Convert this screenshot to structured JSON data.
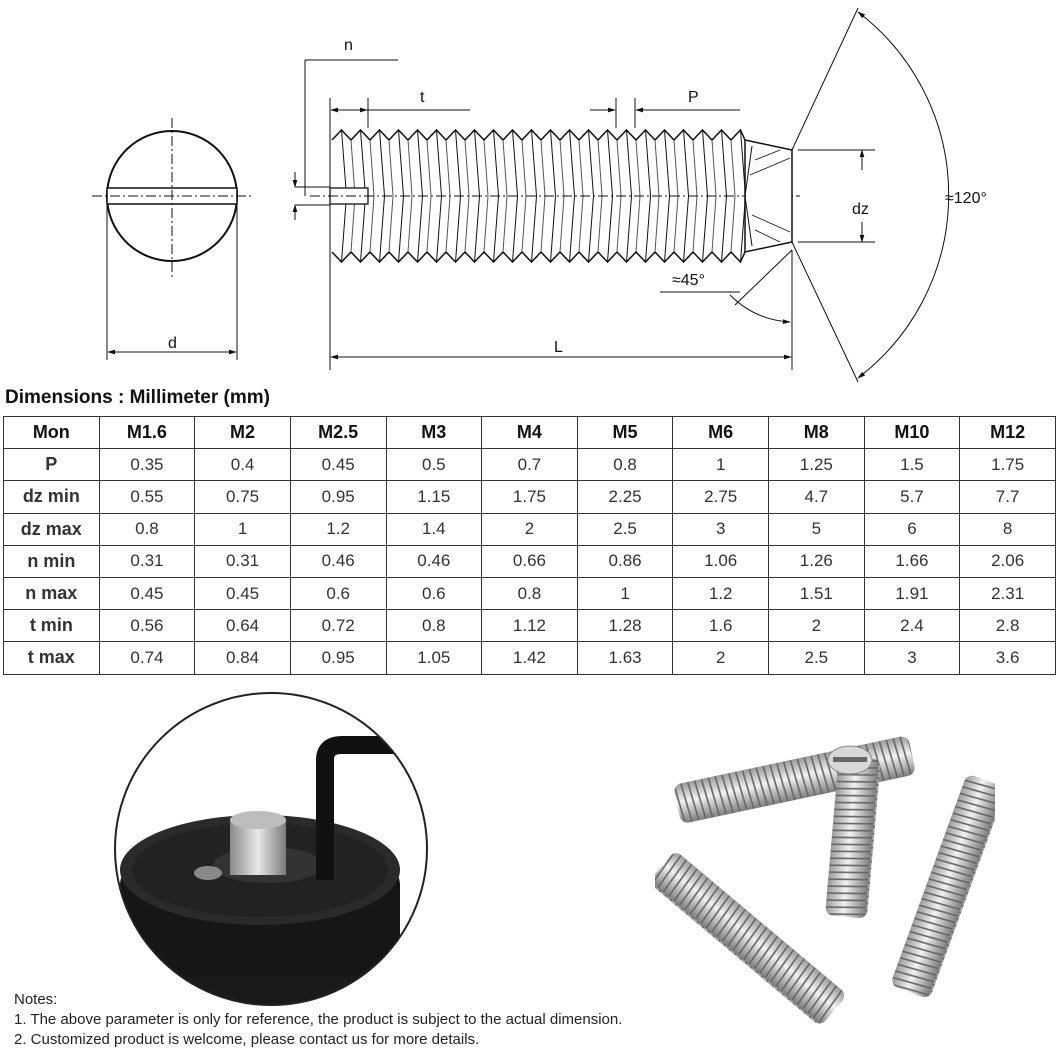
{
  "drawing": {
    "labels": {
      "n": "n",
      "t": "t",
      "P": "P",
      "dz": "dz",
      "angle120": "≈120°",
      "angle45": "≈45°",
      "L": "L",
      "d": "d"
    }
  },
  "section_title": "Dimensions : Millimeter (mm)",
  "table": {
    "columns": [
      "Mon",
      "M1.6",
      "M2",
      "M2.5",
      "M3",
      "M4",
      "M5",
      "M6",
      "M8",
      "M10",
      "M12"
    ],
    "rows": [
      {
        "label": "P",
        "values": [
          "0.35",
          "0.4",
          "0.45",
          "0.5",
          "0.7",
          "0.8",
          "1",
          "1.25",
          "1.5",
          "1.75"
        ]
      },
      {
        "label": "dz min",
        "values": [
          "0.55",
          "0.75",
          "0.95",
          "1.15",
          "1.75",
          "2.25",
          "2.75",
          "4.7",
          "5.7",
          "7.7"
        ]
      },
      {
        "label": "dz max",
        "values": [
          "0.8",
          "1",
          "1.2",
          "1.4",
          "2",
          "2.5",
          "3",
          "5",
          "6",
          "8"
        ]
      },
      {
        "label": "n min",
        "values": [
          "0.31",
          "0.31",
          "0.46",
          "0.46",
          "0.66",
          "0.86",
          "1.06",
          "1.26",
          "1.66",
          "2.06"
        ]
      },
      {
        "label": "n max",
        "values": [
          "0.45",
          "0.45",
          "0.6",
          "0.6",
          "0.8",
          "1",
          "1.2",
          "1.51",
          "1.91",
          "2.31"
        ]
      },
      {
        "label": "t min",
        "values": [
          "0.56",
          "0.64",
          "0.72",
          "0.8",
          "1.12",
          "1.28",
          "1.6",
          "2",
          "2.4",
          "2.8"
        ]
      },
      {
        "label": "t max",
        "values": [
          "0.74",
          "0.84",
          "0.95",
          "1.05",
          "1.42",
          "1.63",
          "2",
          "2.5",
          "3",
          "3.6"
        ]
      }
    ]
  },
  "notes": {
    "heading": "Notes:",
    "items": [
      "1. The above parameter is only for reference, the product is subject to the actual dimension.",
      "2. Customized product is welcome, please contact us for more details."
    ]
  }
}
